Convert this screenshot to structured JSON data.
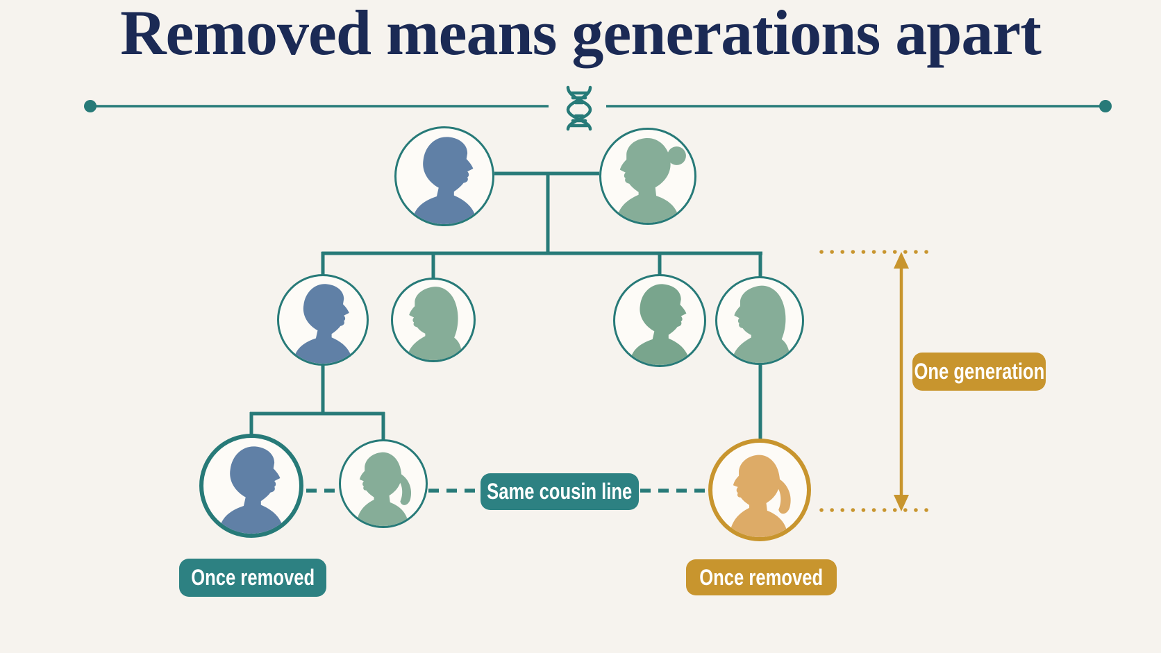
{
  "title": "Removed means generations apart",
  "badges": {
    "once_removed_left": "Once removed",
    "same_cousin_line": "Same cousin line",
    "once_removed_right": "Once removed",
    "one_generation": "One generation"
  },
  "icons": {
    "divider_center": "dna-helix-icon",
    "generation_span": "double-headed-arrow-icon"
  },
  "portraits": [
    {
      "name": "gen1-man",
      "palette": "blue",
      "facing": "right",
      "ring": "teal"
    },
    {
      "name": "gen1-woman",
      "palette": "green",
      "facing": "left",
      "ring": "teal"
    },
    {
      "name": "gen2-man-1",
      "palette": "blue",
      "facing": "right",
      "ring": "teal"
    },
    {
      "name": "gen2-woman-1",
      "palette": "green",
      "facing": "left",
      "ring": "teal"
    },
    {
      "name": "gen2-man-2",
      "palette": "green",
      "facing": "right",
      "ring": "teal"
    },
    {
      "name": "gen2-woman-2",
      "palette": "green",
      "facing": "left",
      "ring": "teal"
    },
    {
      "name": "gen3-boy",
      "palette": "blue",
      "facing": "right",
      "ring": "teal-thick"
    },
    {
      "name": "gen3-girl",
      "palette": "green",
      "facing": "left",
      "ring": "teal"
    },
    {
      "name": "gen3-girl-removed",
      "palette": "gold",
      "facing": "left",
      "ring": "gold-thick"
    }
  ],
  "colors": {
    "background": "#f6f3ee",
    "title": "#1b2a55",
    "teal": "#277a78",
    "teal_badge": "#2d8182",
    "gold": "#c8952e",
    "portrait_blue": "#6080a6",
    "portrait_green": "#86ad98",
    "portrait_green_dark": "#79a58d",
    "portrait_gold": "#ddab67",
    "circle_fill": "#fdfbf7",
    "badge_text": "#ffffff"
  }
}
